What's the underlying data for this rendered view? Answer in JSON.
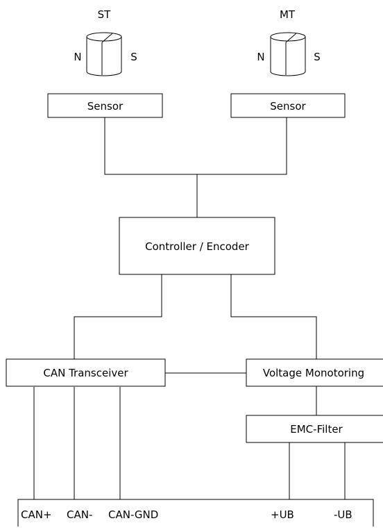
{
  "magnets": [
    {
      "id": "st",
      "title": "ST",
      "north": "N",
      "south": "S"
    },
    {
      "id": "mt",
      "title": "MT",
      "north": "N",
      "south": "S"
    }
  ],
  "blocks": {
    "sensor_left": "Sensor",
    "sensor_right": "Sensor",
    "controller": "Controller / Encoder",
    "can_transceiver": "CAN Transceiver",
    "voltage_monitoring": "Voltage Monotoring",
    "emc_filter": "EMC-Filter"
  },
  "terminals": [
    "CAN+",
    "CAN-",
    "CAN-GND",
    "+UB",
    "-UB"
  ]
}
